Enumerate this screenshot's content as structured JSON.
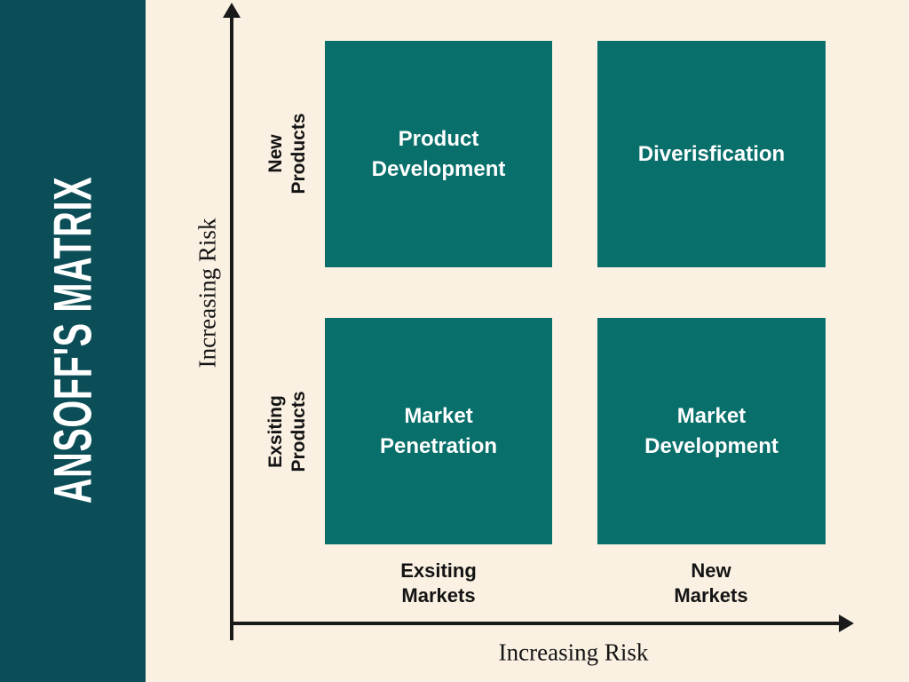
{
  "title": "ANSOFF'S MATRIX",
  "colors": {
    "background": "#FAF1E3",
    "sidebar": "#0B4E57",
    "quadrant": "#086F6B",
    "text_dark": "#141414",
    "text_light": "#FFFFFF"
  },
  "axes": {
    "y_label": "Increasing Risk",
    "x_label": "Increasing Risk"
  },
  "row_labels": {
    "top": {
      "line1": "New",
      "line2": "Products"
    },
    "bottom": {
      "line1": "Exsiting",
      "line2": "Products"
    }
  },
  "col_labels": {
    "left": {
      "line1": "Exsiting",
      "line2": "Markets"
    },
    "right": {
      "line1": "New",
      "line2": "Markets"
    }
  },
  "quadrants": {
    "top_left": {
      "line1": "Product",
      "line2": "Development"
    },
    "top_right": {
      "line1": "Diverisfication",
      "line2": ""
    },
    "bottom_left": {
      "line1": "Market",
      "line2": "Penetration"
    },
    "bottom_right": {
      "line1": "Market",
      "line2": "Development"
    }
  }
}
